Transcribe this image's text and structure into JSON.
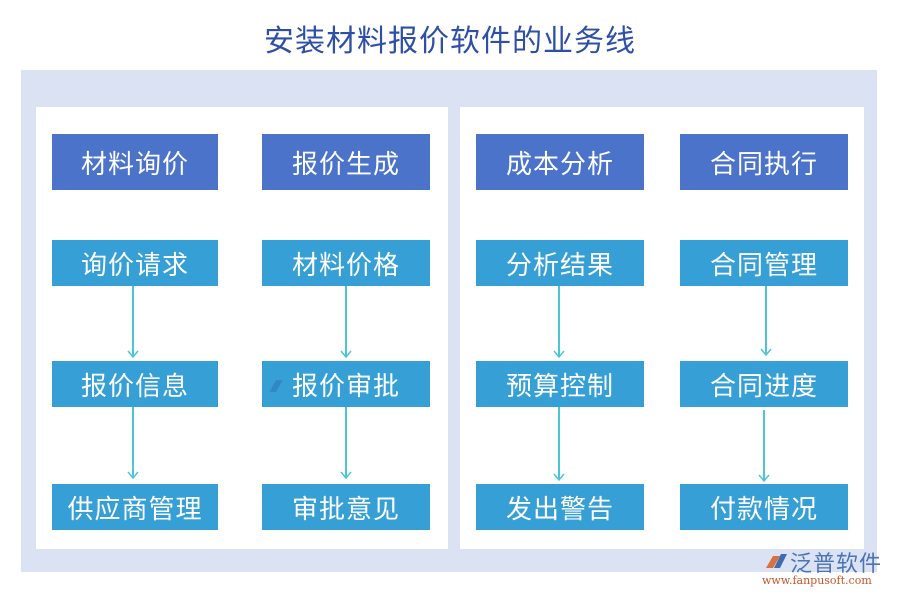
{
  "title": "安装材料报价软件的业务线",
  "colors": {
    "title": "#2e4fa8",
    "outer_bg": "#dae2f4",
    "panel_bg": "#ffffff",
    "header_box": "#4a73c9",
    "sub_box": "#36a0d6",
    "arrow": "#4cc6d4"
  },
  "columns": [
    {
      "header": "材料询价",
      "items": [
        "询价请求",
        "报价信息",
        "供应商管理"
      ]
    },
    {
      "header": "报价生成",
      "items": [
        "材料价格",
        "报价审批",
        "审批意见"
      ]
    },
    {
      "header": "成本分析",
      "items": [
        "分析结果",
        "预算控制",
        "发出警告"
      ]
    },
    {
      "header": "合同执行",
      "items": [
        "合同管理",
        "合同进度",
        "付款情况"
      ]
    }
  ],
  "logo": {
    "name": "泛普软件",
    "url": "www.fanpusoft.com",
    "icon": "fanpu-logo-icon"
  }
}
